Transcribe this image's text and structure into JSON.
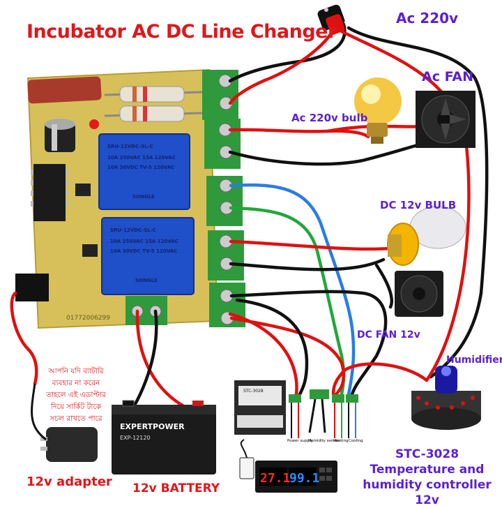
{
  "title": "Incubator AC DC Line Changer",
  "labels": {
    "ac220": "Ac 220v",
    "ac_fan": "Ac FAN",
    "ac_bulb": "Ac 220v bulb",
    "dc_bulb": "DC 12v BULB",
    "dc_fan": "DC FAN 12v",
    "humidifier": "Humidifier",
    "adapter": "12v adapter",
    "battery": "12v BATTERY",
    "controller": "STC-3028 Temperature and humidity controller 12v"
  },
  "bangla_note": [
    "আপনি যদি ব্যাটারি",
    "ব্যবহার না করেন",
    "তাহলে এই এডাপ্টার",
    "দিয়ে সার্কিট টাকে",
    "সচল রাখতে পারে"
  ],
  "board": {
    "relay1_model": "SRU-12VDC-SL-C",
    "relay2_model": "SRU-12VDC-SL-C",
    "relay_rating_1": "10A 250VAC 15A 120VAC",
    "relay_rating_2": "10A 30VDC TV-5 120VAC",
    "relay_brand": "SONGLE",
    "phone": "01772006299"
  },
  "battery_brand": "EXPERTPOWER",
  "battery_model": "EXP-12120",
  "controller": {
    "model": "STC-3028",
    "temp_display": "27.1",
    "humidity_display": "99.1",
    "terminals": [
      "Power supply",
      "Humidity sensor",
      "Heating",
      "Cooling"
    ]
  },
  "colors": {
    "title_red": "#e0161b",
    "label_purple": "#5b1fd6",
    "wire_red": "#e01010",
    "wire_black": "#111111",
    "wire_blue": "#2a7de1",
    "wire_green": "#1fa83a",
    "pcb": "#d8c15a",
    "terminal_green": "#2f9a3c",
    "relay_blue": "#1f4fc9"
  }
}
